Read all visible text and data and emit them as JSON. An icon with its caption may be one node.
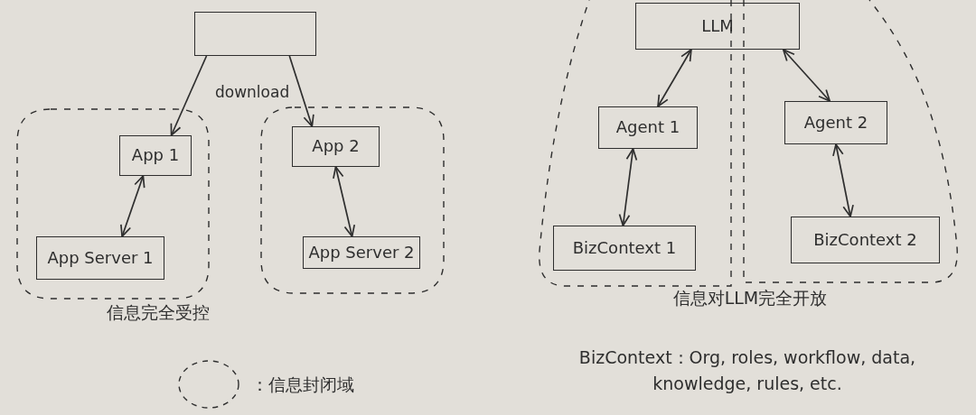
{
  "diagram": {
    "nodes": [
      {
        "text": [],
        "shape": "box"
      },
      {
        "text": [],
        "shape": "region"
      },
      {
        "text": [
          "App 1"
        ],
        "in": 1
      },
      {
        "text": [
          "App Server 1"
        ],
        "in": 1
      },
      {
        "text": [],
        "shape": "region"
      },
      {
        "text": [
          "App 2"
        ],
        "in": 4
      },
      {
        "text": [
          "App Server 2"
        ],
        "in": 4
      },
      {
        "text": [
          "LLM"
        ]
      },
      {
        "text": [],
        "shape": "region"
      },
      {
        "text": [
          "Agent 1"
        ],
        "in": 8
      },
      {
        "text": [
          "BizContext 1"
        ],
        "in": 8
      },
      {
        "text": [],
        "shape": "region"
      },
      {
        "text": [
          "Agent 2"
        ],
        "in": 11
      },
      {
        "text": [
          "BizContext 2"
        ],
        "in": 11
      }
    ],
    "edges": [
      {
        "from": 0,
        "to": 2,
        "arrow": "to",
        "label": "download"
      },
      {
        "from": 0,
        "to": 5,
        "arrow": "to"
      },
      {
        "from": 2,
        "to": 3,
        "arrow": "both"
      },
      {
        "from": 5,
        "to": 6,
        "arrow": "both"
      },
      {
        "from": 7,
        "to": 9,
        "arrow": "both"
      },
      {
        "from": 7,
        "to": 12,
        "arrow": "both"
      },
      {
        "from": 9,
        "to": 10,
        "arrow": "both"
      },
      {
        "from": 12,
        "to": 13,
        "arrow": "both"
      }
    ],
    "labels": [
      "信息完全受控",
      "信息对LLM完全开放",
      "BizContext：Org, roles, workflow, data, knowledge, rules, etc."
    ],
    "legend": [
      {
        "text": "：信息封闭域"
      }
    ]
  }
}
